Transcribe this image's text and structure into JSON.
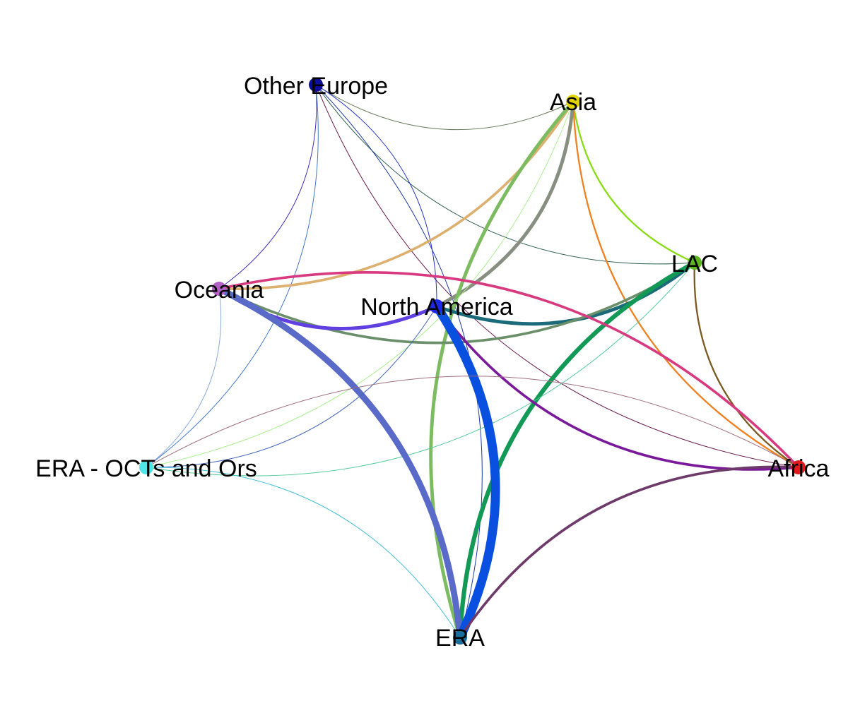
{
  "nodes": [
    {
      "id": "other-europe",
      "label": "Other Europe",
      "color": "#0d0d9a"
    },
    {
      "id": "asia",
      "label": "Asia",
      "color": "#e0d400"
    },
    {
      "id": "lac",
      "label": "LAC",
      "color": "#5cb81e"
    },
    {
      "id": "oceania",
      "label": "Oceania",
      "color": "#b45fc8"
    },
    {
      "id": "north-america",
      "label": "North America",
      "color": "#1d28e6"
    },
    {
      "id": "era-octs",
      "label": "ERA - OCTs and Ors",
      "color": "#4ee6e6"
    },
    {
      "id": "africa",
      "label": "Africa",
      "color": "#e01a1a"
    },
    {
      "id": "era",
      "label": "ERA",
      "color": "#1a6e9e"
    }
  ],
  "edges": [
    {
      "source": "other-europe",
      "target": "asia",
      "color": "#6b7a5c",
      "weight": 1
    },
    {
      "source": "other-europe",
      "target": "lac",
      "color": "#2e5e4e",
      "weight": 1
    },
    {
      "source": "other-europe",
      "target": "oceania",
      "color": "#3a2fc0",
      "weight": 1
    },
    {
      "source": "other-europe",
      "target": "north-america",
      "color": "#2233cc",
      "weight": 1
    },
    {
      "source": "other-europe",
      "target": "era-octs",
      "color": "#4477cc",
      "weight": 1
    },
    {
      "source": "other-europe",
      "target": "africa",
      "color": "#6a1a4a",
      "weight": 1
    },
    {
      "source": "other-europe",
      "target": "era",
      "color": "#1f3aa8",
      "weight": 1
    },
    {
      "source": "asia",
      "target": "lac",
      "color": "#88dd11",
      "weight": 2
    },
    {
      "source": "asia",
      "target": "africa",
      "color": "#f08020",
      "weight": 2
    },
    {
      "source": "asia",
      "target": "oceania",
      "color": "#ddb070",
      "weight": 3
    },
    {
      "source": "asia",
      "target": "north-america",
      "color": "#888f80",
      "weight": 4
    },
    {
      "source": "asia",
      "target": "era",
      "color": "#7dbb60",
      "weight": 4
    },
    {
      "source": "asia",
      "target": "era-octs",
      "color": "#aaf090",
      "weight": 1
    },
    {
      "source": "lac",
      "target": "north-america",
      "color": "#1a6a7a",
      "weight": 4
    },
    {
      "source": "lac",
      "target": "oceania",
      "color": "#6a8f6a",
      "weight": 3
    },
    {
      "source": "lac",
      "target": "era",
      "color": "#119955",
      "weight": 5
    },
    {
      "source": "lac",
      "target": "africa",
      "color": "#7a5a20",
      "weight": 2
    },
    {
      "source": "lac",
      "target": "era-octs",
      "color": "#55cc99",
      "weight": 1
    },
    {
      "source": "oceania",
      "target": "africa",
      "color": "#d83a80",
      "weight": 3
    },
    {
      "source": "oceania",
      "target": "north-america",
      "color": "#6040e0",
      "weight": 4
    },
    {
      "source": "oceania",
      "target": "era",
      "color": "#5a6ac8",
      "weight": 7
    },
    {
      "source": "oceania",
      "target": "era-octs",
      "color": "#88aadd",
      "weight": 1
    },
    {
      "source": "north-america",
      "target": "africa",
      "color": "#7a1a9a",
      "weight": 3
    },
    {
      "source": "north-america",
      "target": "era",
      "color": "#0a50e0",
      "weight": 10
    },
    {
      "source": "north-america",
      "target": "era-octs",
      "color": "#4466bb",
      "weight": 1
    },
    {
      "source": "africa",
      "target": "era",
      "color": "#6e3a6a",
      "weight": 3
    },
    {
      "source": "africa",
      "target": "era-octs",
      "color": "#a07080",
      "weight": 1
    },
    {
      "source": "era-octs",
      "target": "era",
      "color": "#44c0d8",
      "weight": 1
    }
  ]
}
